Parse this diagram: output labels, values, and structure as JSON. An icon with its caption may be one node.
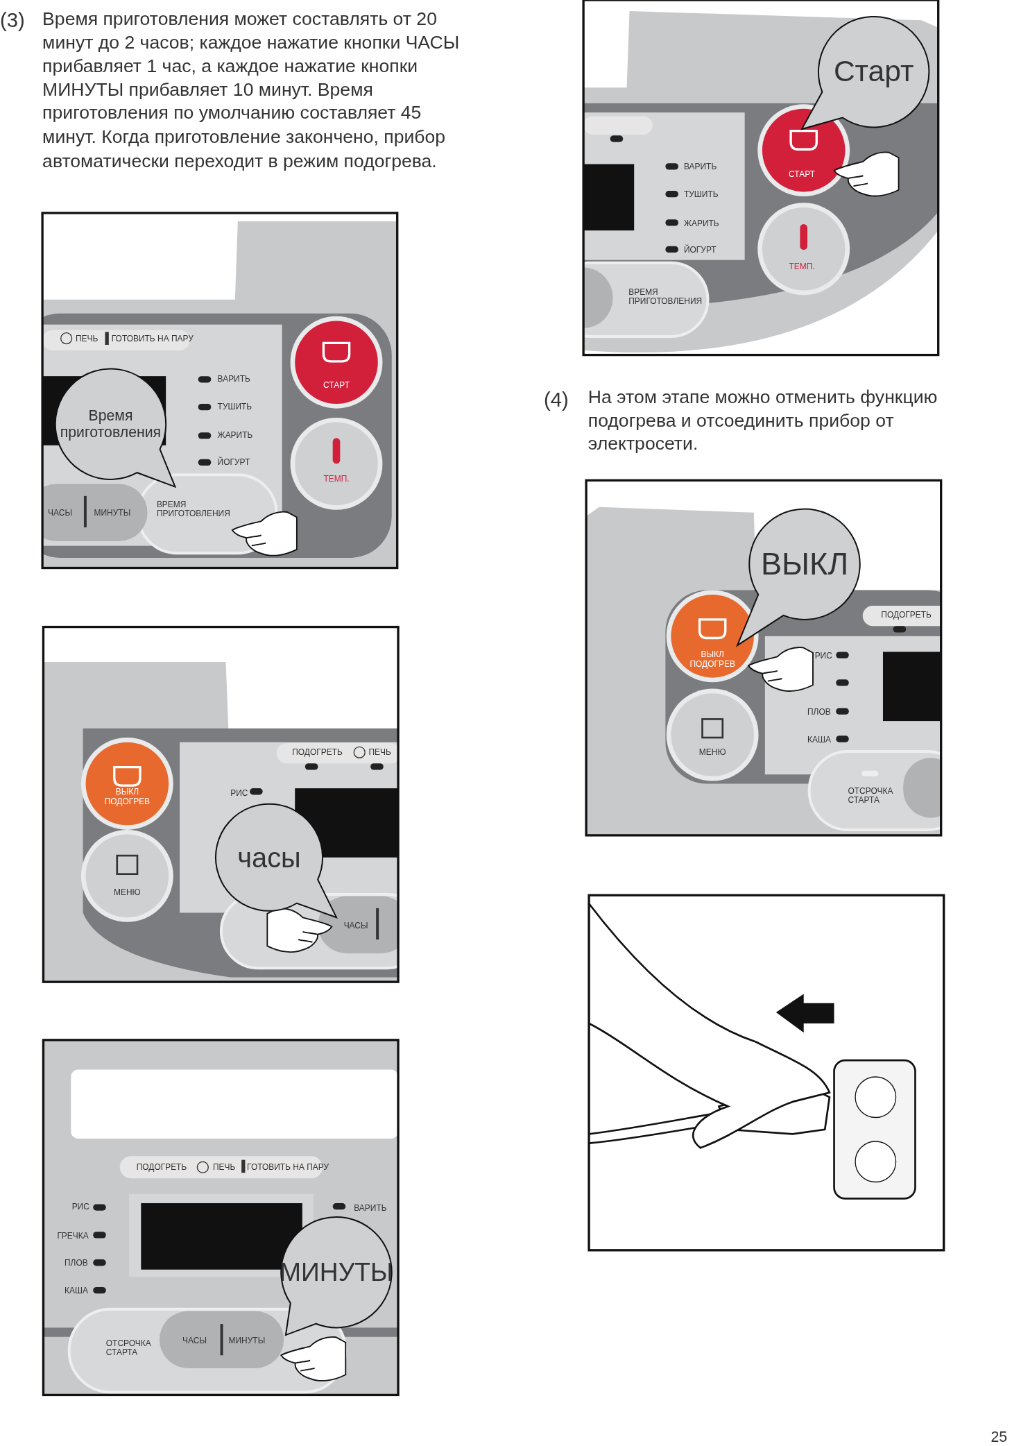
{
  "diagram": {
    "nodes": [
      {
        "text": [
          "Старт"
        ]
      },
      {
        "text": [
          "Время приготовления"
        ]
      },
      {
        "text": [
          "ВЫКЛ"
        ]
      },
      {
        "text": [
          "часы"
        ]
      },
      {
        "text": [
          "МИНУТЫ"
        ]
      }
    ],
    "labels": [
      "(3)",
      "Время приготовления может составлять от 20 минут до 2 часов; каждое нажатие кнопки ЧАСЫ прибавляет 1 час, а каждое нажатие кнопки МИНУТЫ прибавляет 10 минут. Время приготовления по умолчанию составляет 45 минут. Когда приготовление закончено, прибор автоматически переходит в режим подогрева.",
      "ВАРИТЬ",
      "СТАРТ",
      "ТУШИТЬ",
      "ЖАРИТЬ",
      "ЙОГУРТ",
      "ТЕМП.",
      "ВРЕМЯ ПРИГОТОВЛЕНИЯ",
      "ПЕЧЬ",
      "ГОТОВИТЬ НА ПАРУ",
      "ВАРИТЬ",
      "СТАРТ",
      "(4)",
      "На этом этапе можно отменить функцию подогрева и отсоединить прибор от электросети.",
      "ТУШИТЬ",
      "ЖАРИТЬ",
      "ЙОГУРТ",
      "ТЕМП.",
      "ЧАСЫ",
      "МИНУТЫ",
      "ВРЕМЯ ПРИГОТОВЛЕНИЯ",
      "ПОДОГРЕТЬ",
      "ВЫКЛ ПОДОГРЕВ",
      "РИС",
      "ПЛОВ",
      "КАША",
      "ПОДОГРЕТЬ",
      "ПЕЧЬ",
      "МЕНЮ",
      "ВЫКЛ ПОДОГРЕВ",
      "РИС",
      "ОТСРОЧКА СТАРТА",
      "МЕНЮ",
      "ЧАСЫ",
      "ПОДОГРЕТЬ",
      "ПЕЧЬ",
      "ГОТОВИТЬ НА ПАРУ",
      "РИС",
      "ВАРИТЬ",
      "ГРЕЧКА",
      "ПЛОВ",
      "КАША",
      "ОТСРОЧКА СТАРТА",
      "ЧАСЫ",
      "МИНУТЫ",
      "25"
    ]
  }
}
